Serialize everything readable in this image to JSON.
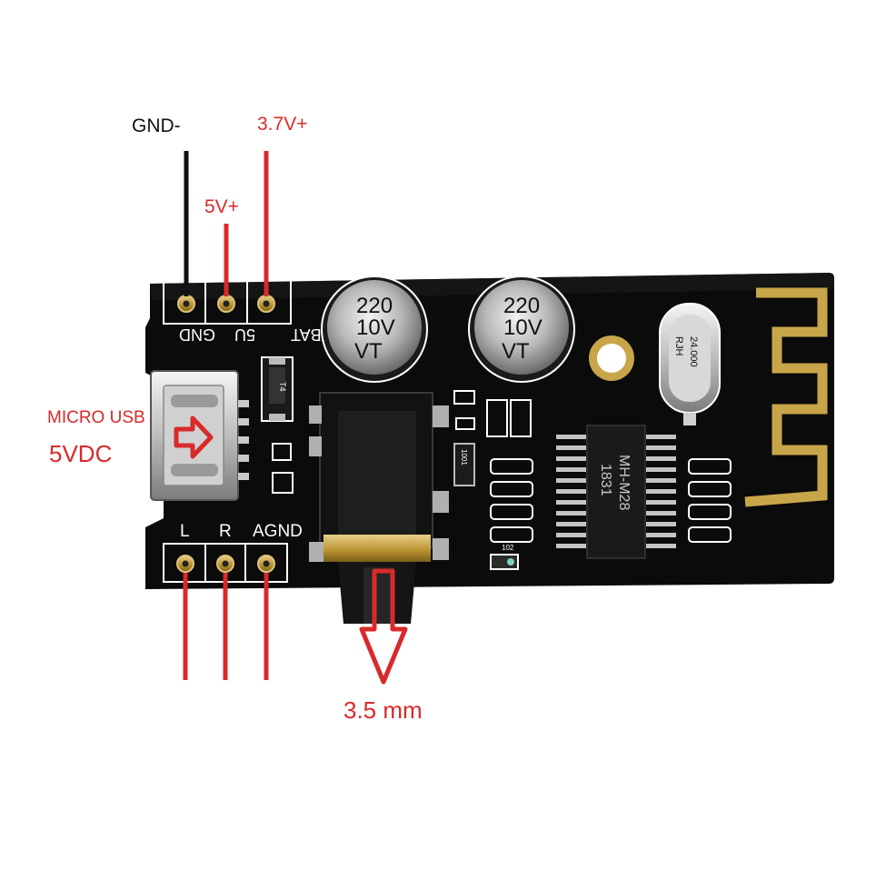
{
  "labels": {
    "gnd": "GND-",
    "v37": "3.7V+",
    "v5": "5V+",
    "usb_line1": "MICRO USB",
    "usb_line2": "5VDC",
    "jack": "3.5 mm"
  },
  "silkscreen": {
    "gnd": "GND",
    "five_v": "5U",
    "vbat": "VBAT",
    "left": "L",
    "right": "R",
    "agnd": "AGND"
  },
  "capacitors": [
    {
      "line1": "220",
      "line2": "10V",
      "line3": "VT"
    },
    {
      "line1": "220",
      "line2": "10V",
      "line3": "VT"
    }
  ],
  "chip": {
    "line1": "MH-M28",
    "line2": "1831"
  },
  "crystal": {
    "line1": "RJH",
    "line2": "24.000"
  },
  "small_marks": {
    "diode": "T4",
    "resistor": "1001",
    "cap": "102"
  },
  "colors": {
    "annotation_red": "#d92a2a",
    "board": "#0b0b0b",
    "gold_pad": "#c9a54a",
    "wire_black": "#111111",
    "background": "#ffffff"
  }
}
